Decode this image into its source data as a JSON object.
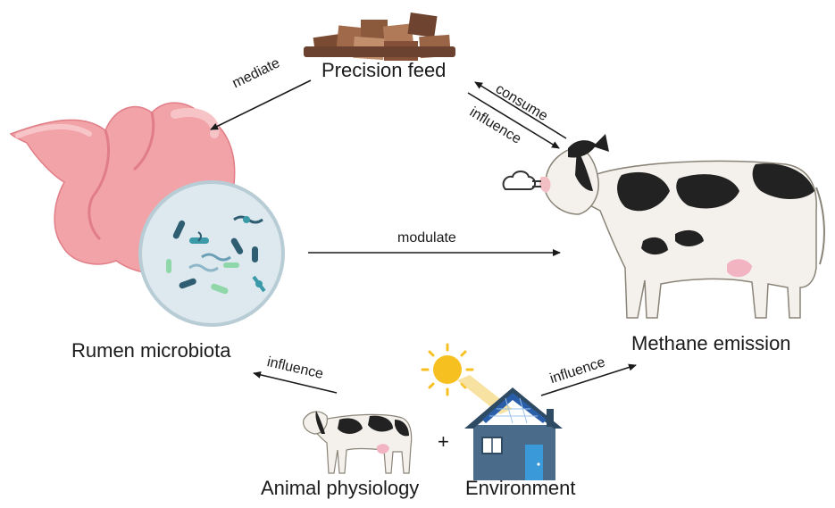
{
  "nodes": {
    "precision_feed": "Precision feed",
    "rumen_microbiota": "Rumen microbiota",
    "methane_emission": "Methane emission",
    "animal_physiology": "Animal physiology",
    "environment": "Environment",
    "plus": "+"
  },
  "edges": {
    "mediate": "mediate",
    "consume": "consume",
    "influence_feed_cow": "influence",
    "modulate": "modulate",
    "influence_physiology": "influence",
    "influence_environment": "influence"
  },
  "icons": [
    "feed-blocks-icon",
    "rumen-stomach-icon",
    "microbiota-petri-icon",
    "cow-icon",
    "breath-cloud-icon",
    "small-cow-icon",
    "sun-icon",
    "solar-house-icon"
  ],
  "colors": {
    "rumen": "#f2a3a8",
    "petri": "#dde9ee",
    "house": "#4b6b8a",
    "sun": "#f5c020",
    "feed": "#8b5a3c",
    "cow_spots": "#222222"
  }
}
